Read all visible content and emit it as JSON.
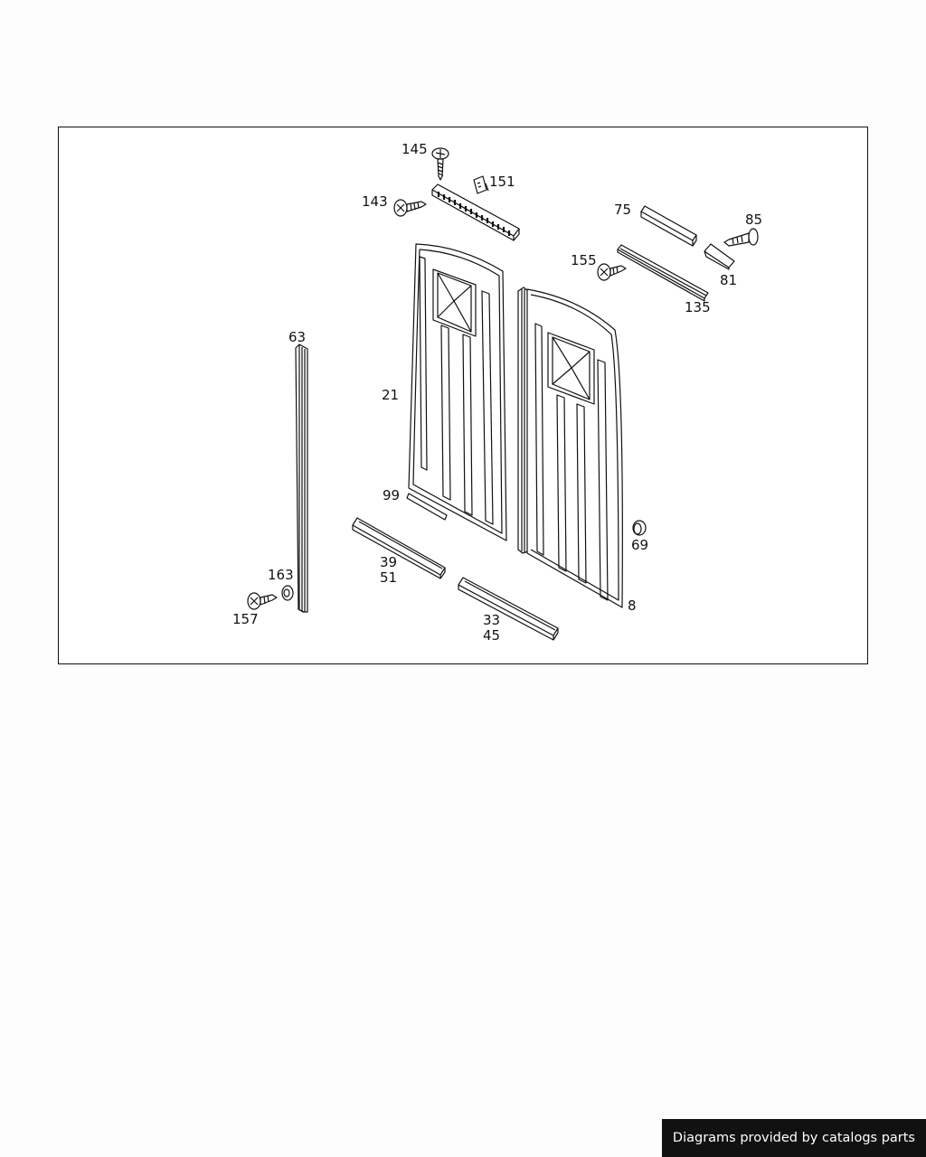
{
  "diagram": {
    "callouts": {
      "c145": "145",
      "c151": "151",
      "c143": "143",
      "c75": "75",
      "c85": "85",
      "c155": "155",
      "c81": "81",
      "c135": "135",
      "c63": "63",
      "c21": "21",
      "c99": "99",
      "c69": "69",
      "c39": "39",
      "c51": "51",
      "c163": "163",
      "c8": "8",
      "c33": "33",
      "c45": "45",
      "c157": "157"
    }
  },
  "footer": {
    "text": "Diagrams provided by catalogs parts"
  },
  "colors": {
    "line": "#111111",
    "background": "#fdfdfd",
    "banner": "#111111",
    "banner_text": "#ffffff"
  }
}
